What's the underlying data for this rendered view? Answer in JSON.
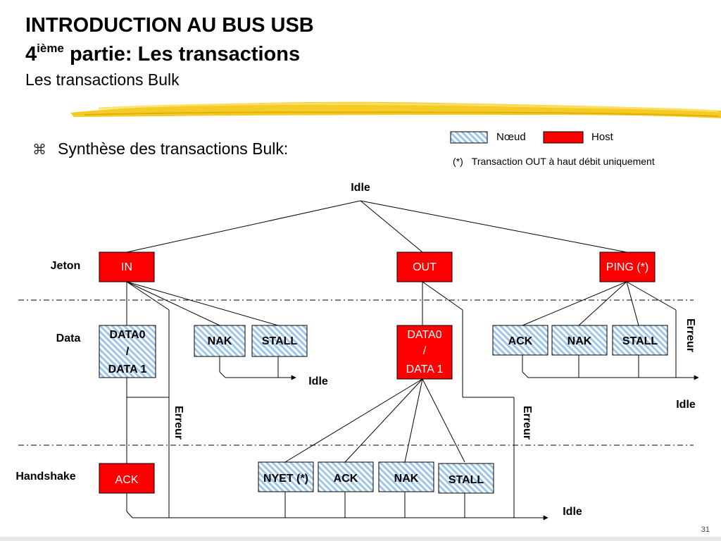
{
  "slide": {
    "title_line1": "INTRODUCTION AU BUS USB",
    "title_line2_number": "4",
    "title_line2_sup": "ième",
    "title_line2_rest": " partie: Les transactions",
    "subtitle": "Les transactions Bulk",
    "bullet_icon": "command-key-icon",
    "bullet": "Synthèse des transactions Bulk:",
    "page_number": "31"
  },
  "legend": {
    "node_label": "Nœud",
    "host_label": "Host",
    "note_mark": "(*)",
    "note_text": "Transaction OUT à haut débit uniquement"
  },
  "diagram": {
    "rows": {
      "token": "Jeton",
      "data": "Data",
      "handshake": "Handshake"
    },
    "idle_label": "Idle",
    "error_label": "Erreur",
    "boxes": {
      "in": "IN",
      "out": "OUT",
      "ping": "PING (*)",
      "in_data_line1": "DATA0",
      "in_data_line2": "/",
      "in_data_line3": "DATA 1",
      "in_nak": "NAK",
      "in_stall": "STALL",
      "out_data_line1": "DATA0",
      "out_data_line2": "/",
      "out_data_line3": "DATA 1",
      "ping_ack": "ACK",
      "ping_nak": "NAK",
      "ping_stall": "STALL",
      "in_ack": "ACK",
      "out_nyet": "NYET (*)",
      "out_ack": "ACK",
      "out_nak": "NAK",
      "out_stall": "STALL"
    },
    "colors": {
      "host": "#ff0000",
      "node_stripe": "#9ec6ea",
      "node_bg": "#ffffff",
      "line": "#000000",
      "brush": "#f2c200"
    }
  }
}
